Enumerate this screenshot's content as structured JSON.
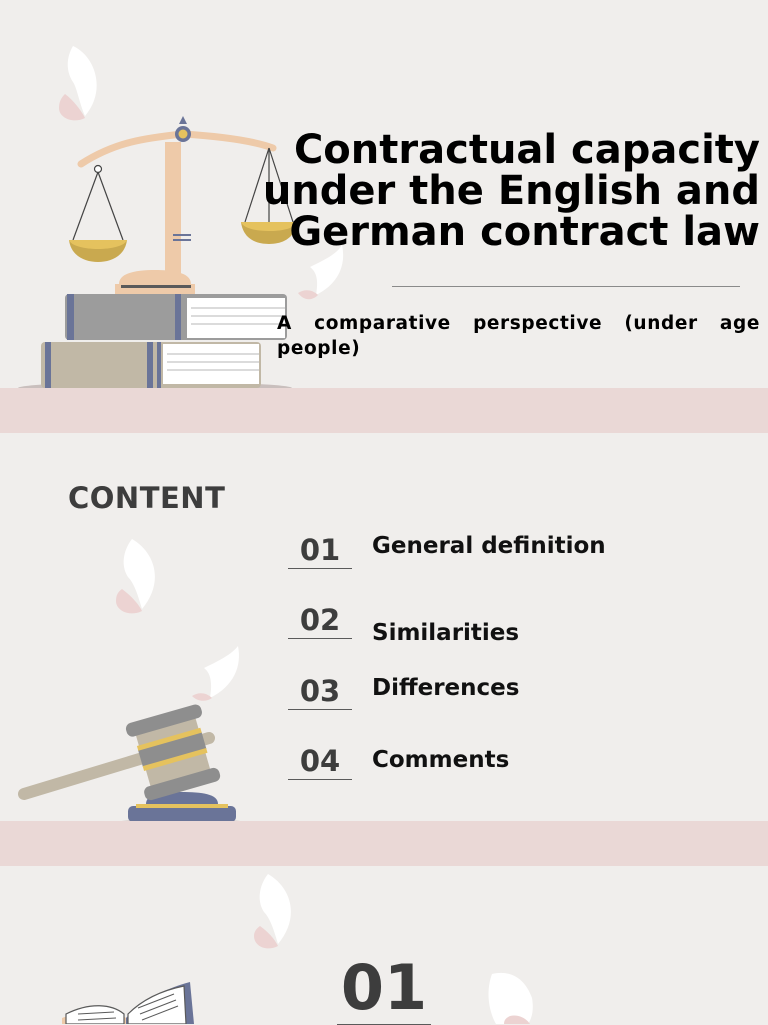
{
  "slide1": {
    "title": "Contractual capacity under the English and German contract law",
    "subtitle": "A comparative perspective (under age people)"
  },
  "slide2": {
    "heading": "CONTENT",
    "items": [
      {
        "number": "01",
        "label": "General definition"
      },
      {
        "number": "02",
        "label": "Similarities"
      },
      {
        "number": "03",
        "label": "Differences"
      },
      {
        "number": "04",
        "label": "Comments"
      }
    ]
  },
  "slide3": {
    "number": "01"
  },
  "colors": {
    "background": "#f0eeec",
    "band": "#ead8d6",
    "accent_gold": "#e5c25e",
    "accent_blue": "#6a7498",
    "scale_peach": "#eecaa9",
    "text_dark": "#3d3d3d"
  },
  "icons": {
    "slide1_illustration": "scales-of-justice-on-books-icon",
    "slide2_illustration": "gavel-icon",
    "slide3_illustration": "open-book-icon",
    "decor": "paper-leaf-icon"
  }
}
